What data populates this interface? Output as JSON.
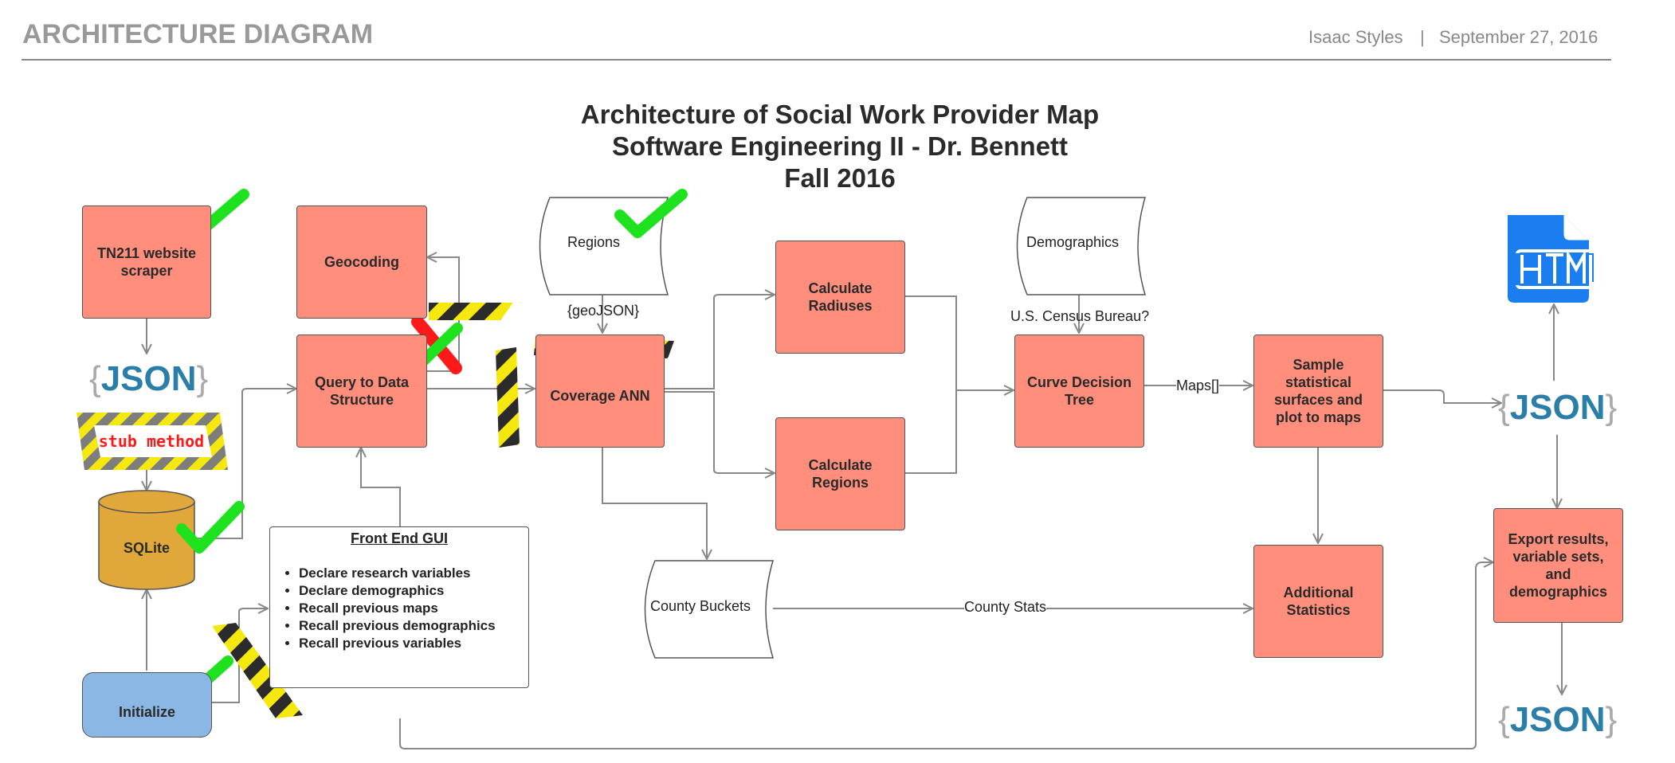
{
  "header": {
    "title": "ARCHITECTURE DIAGRAM",
    "author": "Isaac Styles",
    "separator": "|",
    "date": "September 27, 2016"
  },
  "diagram_title": {
    "line1": "Architecture of Social Work Provider Map",
    "line2": "Software Engineering II - Dr. Bennett",
    "line3": "Fall 2016"
  },
  "nodes": {
    "tn211": "TN211 website scraper",
    "geocoding": "Geocoding",
    "query": "Query to Data Structure",
    "regions": "Regions",
    "coverage": "Coverage ANN",
    "calc_radiuses": "Calculate Radiuses",
    "calc_regions": "Calculate Regions",
    "demographics": "Demographics",
    "curve": "Curve Decision Tree",
    "sample": "Sample statistical surfaces and plot to maps",
    "additional": "Additional Statistics",
    "export": "Export results, variable sets, and demographics",
    "sqlite": "SQLite",
    "initialize": "Initialize",
    "county_buckets": "County Buckets"
  },
  "gui": {
    "title": "Front End GUI",
    "items": [
      "Declare research variables",
      "Declare demographics",
      "Recall previous maps",
      "Recall previous demographics",
      "Recall previous variables"
    ]
  },
  "labels": {
    "geojson": "{geoJSON}",
    "census": "U.S. Census Bureau?",
    "maps": "Maps[]",
    "county_stats": "County Stats",
    "stub": "stub method"
  },
  "icons": {
    "json_text": "JSON",
    "json_brace_open": "{",
    "json_brace_close": "}",
    "html_text": "HTML"
  },
  "colors": {
    "process": "#ff8f7c",
    "database": "#e0a83a",
    "start": "#8ab7e3",
    "check": "#1de21d",
    "cross": "#ff1a1a",
    "json_blue": "#2a7ea8",
    "html_blue": "#1a7ef0"
  }
}
